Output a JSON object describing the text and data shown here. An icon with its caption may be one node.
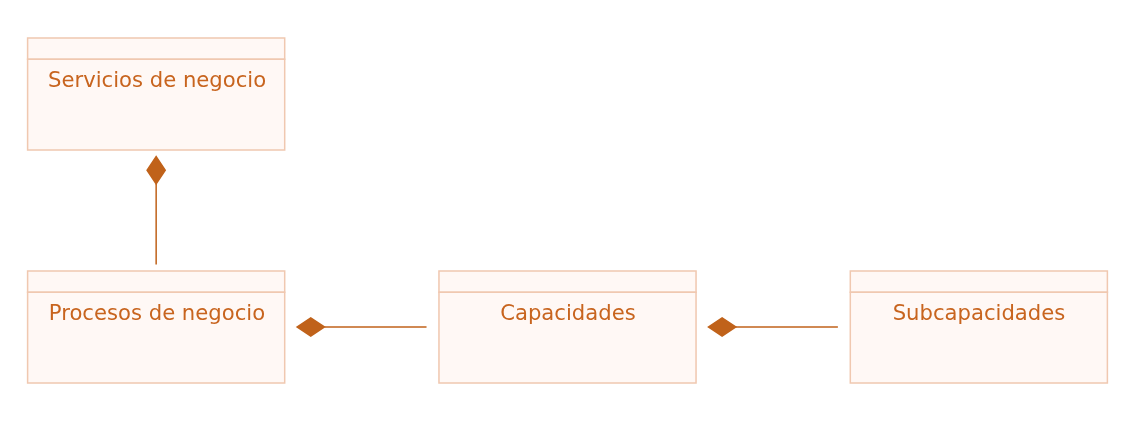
{
  "diagram": {
    "nodes": [
      {
        "text": [
          "Servicios de negocio"
        ]
      },
      {
        "text": [
          "Procesos de negocio"
        ]
      },
      {
        "text": [
          "Capacidades"
        ]
      },
      {
        "text": [
          "Subcapacidades"
        ]
      }
    ],
    "edges": [
      {
        "from": 0,
        "to": 1,
        "arrow": "other"
      },
      {
        "from": 1,
        "to": 2,
        "arrow": "other"
      },
      {
        "from": 2,
        "to": 3,
        "arrow": "other"
      }
    ]
  }
}
